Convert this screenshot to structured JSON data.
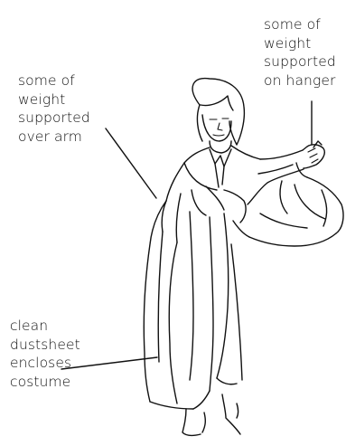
{
  "annotations": [
    {
      "id": "weight-over-arm",
      "lines": [
        "some of",
        "weight",
        "supported",
        "over arm"
      ]
    },
    {
      "id": "weight-on-hanger",
      "lines": [
        "some of",
        "weight",
        "supported",
        "on hanger"
      ]
    },
    {
      "id": "dustsheet",
      "lines": [
        "clean",
        "dustsheet",
        "encloses",
        "costume"
      ]
    }
  ],
  "colors": {
    "ink": "#111111",
    "background": "#ffffff"
  }
}
